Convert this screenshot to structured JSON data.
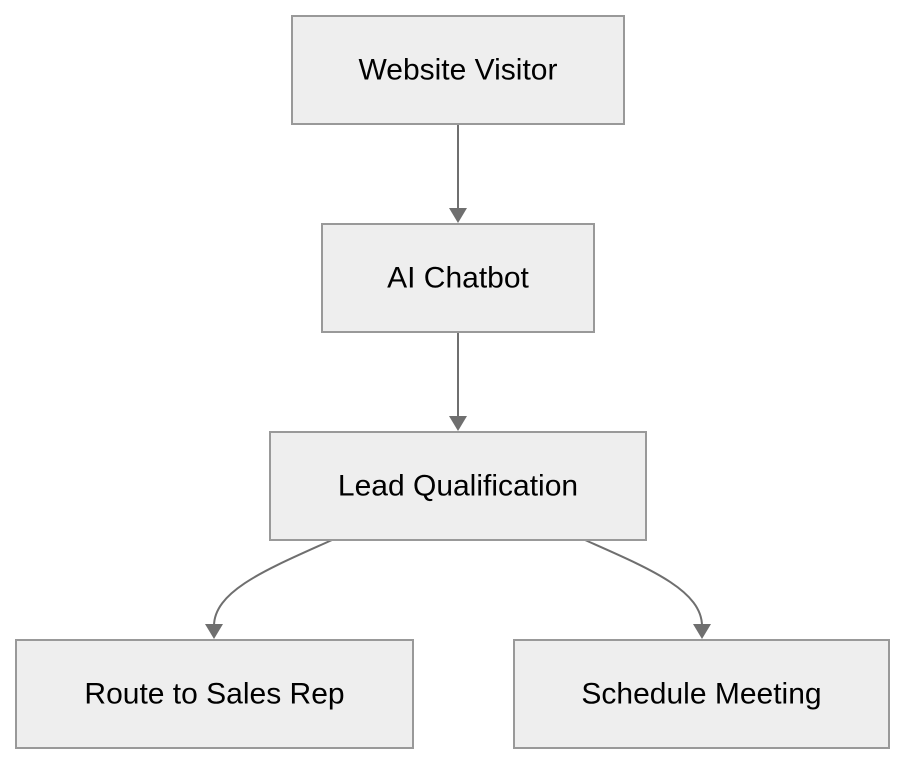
{
  "diagram": {
    "type": "flowchart",
    "direction": "top-to-bottom",
    "colors": {
      "node_fill": "#eeeeee",
      "node_border": "#999999",
      "edge": "#6f6f6f",
      "text": "#000000"
    },
    "nodes": {
      "website_visitor": "Website Visitor",
      "ai_chatbot": "AI Chatbot",
      "lead_qualification": "Lead Qualification",
      "route_to_sales_rep": "Route to Sales Rep",
      "schedule_meeting": "Schedule Meeting"
    },
    "edges": [
      {
        "from": "website_visitor",
        "to": "ai_chatbot"
      },
      {
        "from": "ai_chatbot",
        "to": "lead_qualification"
      },
      {
        "from": "lead_qualification",
        "to": "route_to_sales_rep"
      },
      {
        "from": "lead_qualification",
        "to": "schedule_meeting"
      }
    ]
  }
}
